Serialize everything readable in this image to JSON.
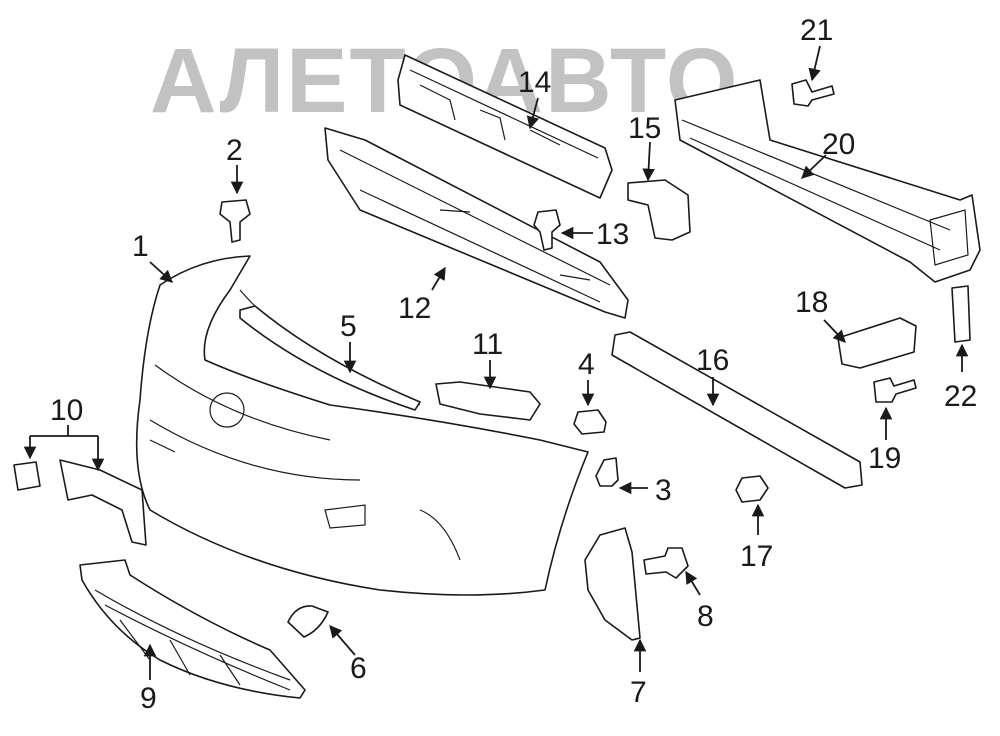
{
  "watermark": "АЛЕТОАВТО",
  "callouts": [
    "1",
    "2",
    "3",
    "4",
    "5",
    "6",
    "7",
    "8",
    "9",
    "10",
    "11",
    "12",
    "13",
    "14",
    "15",
    "16",
    "17",
    "18",
    "19",
    "20",
    "21",
    "22"
  ],
  "colors": {
    "line": "#1a1a1a",
    "watermark": "#8f8f8f",
    "background": "#ffffff"
  }
}
